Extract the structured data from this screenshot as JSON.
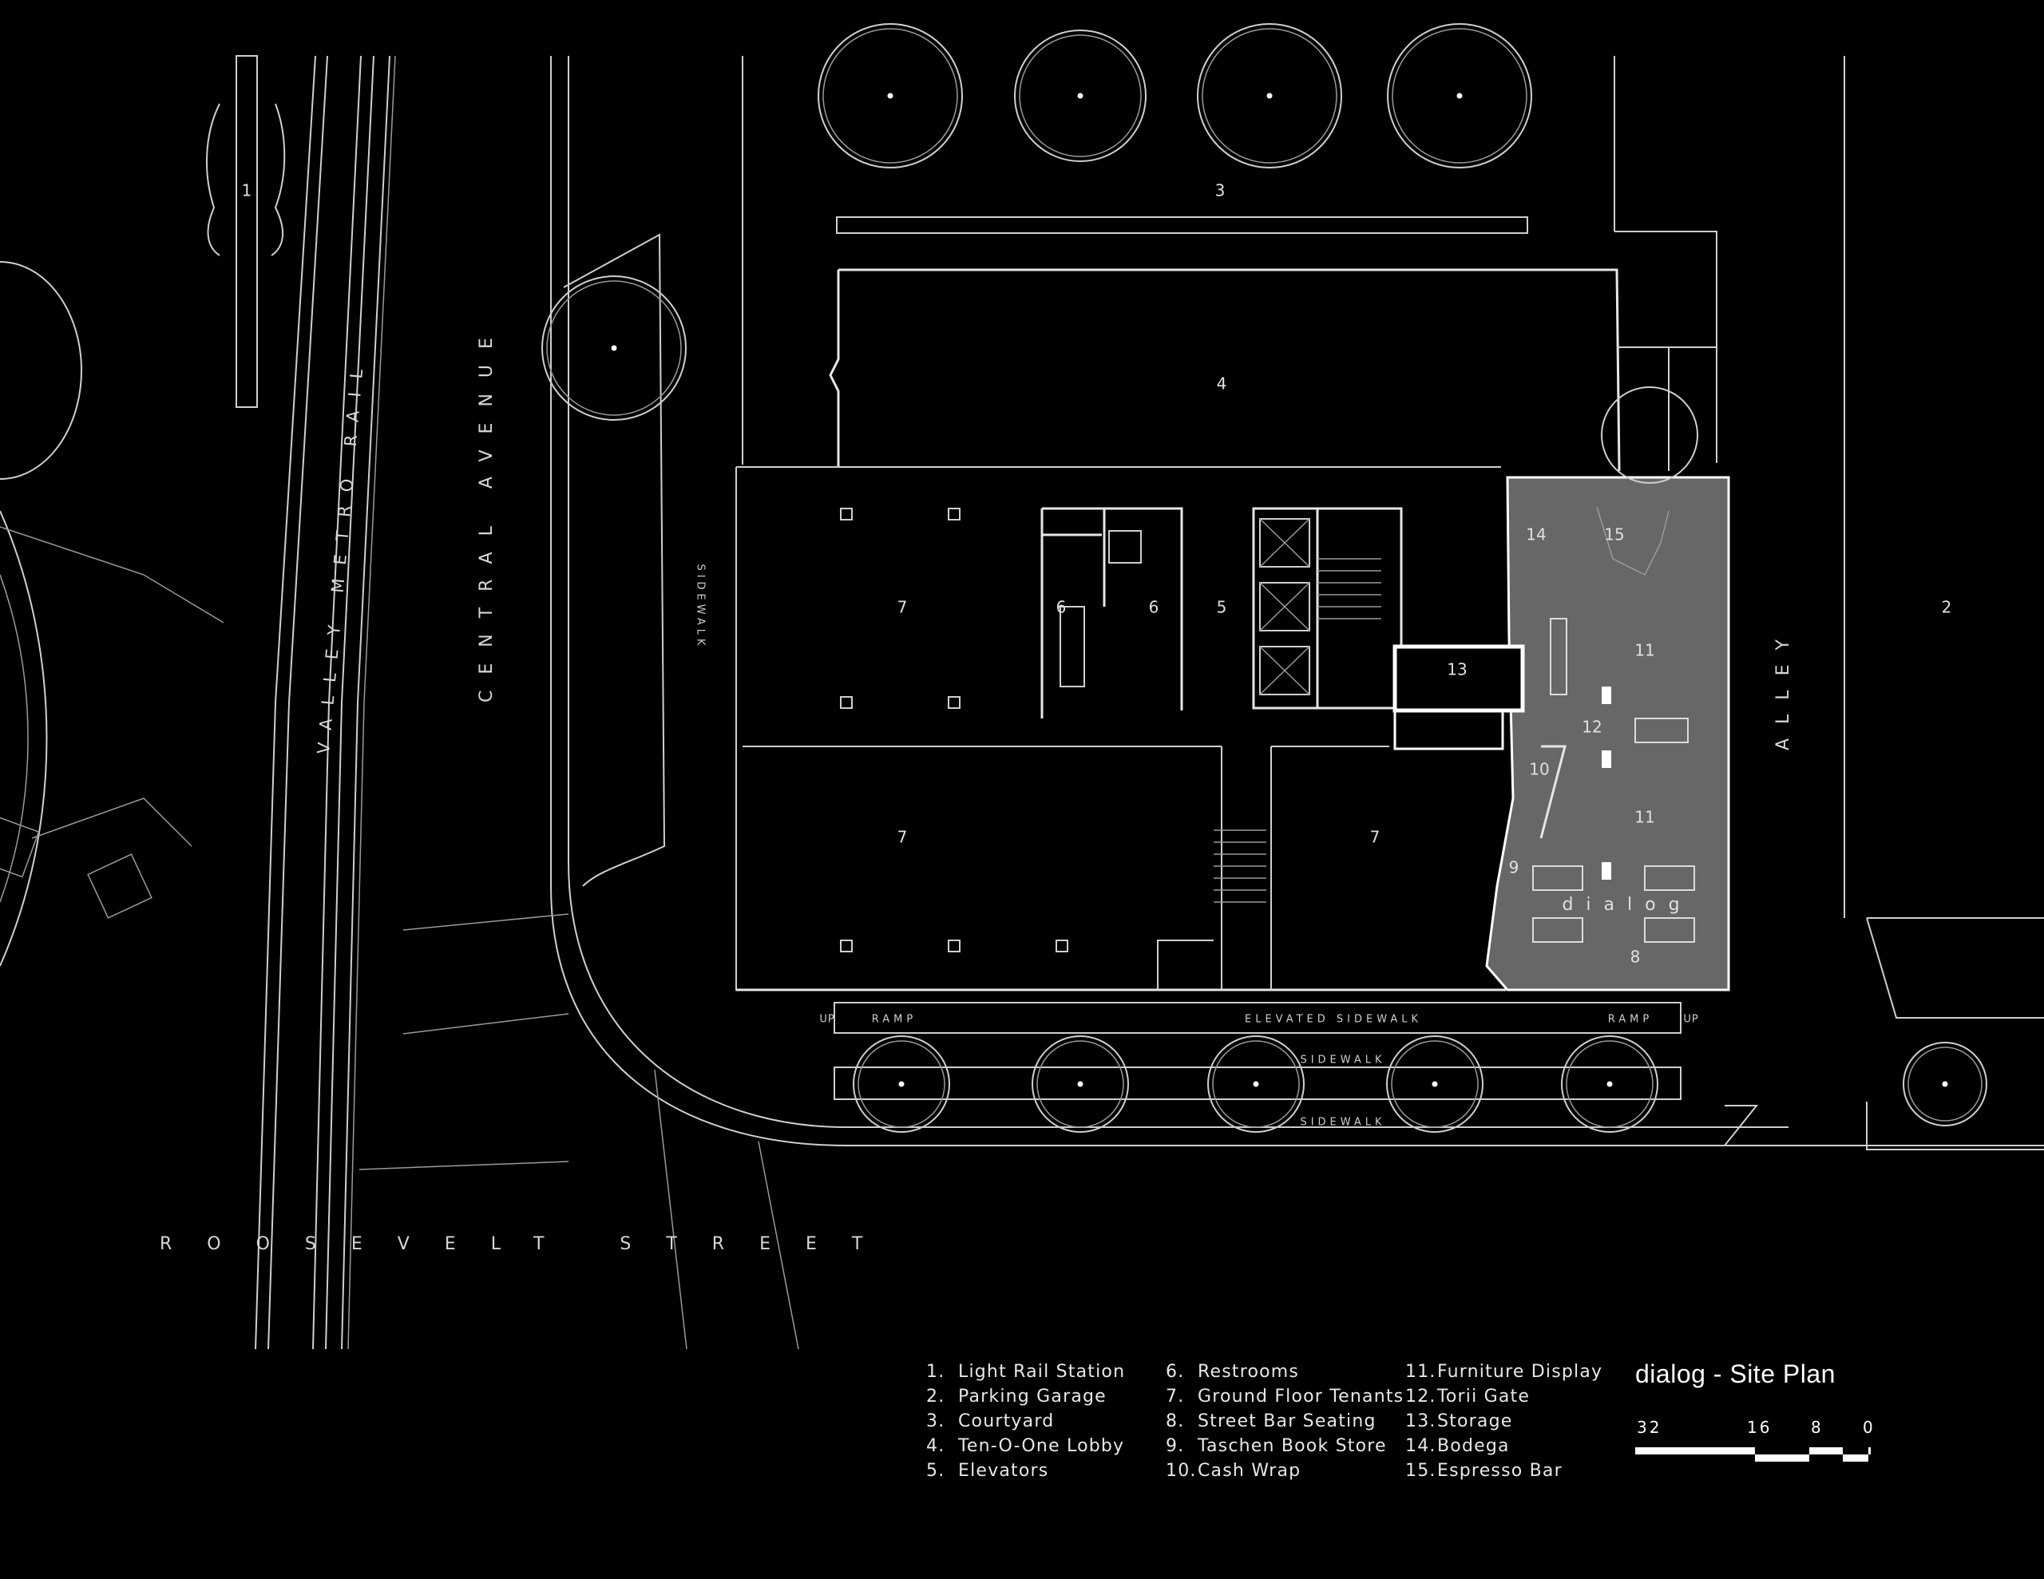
{
  "title": "dialog - Site Plan",
  "streets": {
    "roosevelt": "ROOSEVELT STREET",
    "central": "CENTRAL AVENUE",
    "rail": "VALLEY METRO RAIL",
    "alley": "ALLEY"
  },
  "annotations": {
    "sidewalk": "SIDEWALK",
    "elevated_sidewalk": "ELEVATED SIDEWALK",
    "ramp": "RAMP",
    "up": "UP",
    "store_name": "dialog"
  },
  "plan_labels": {
    "l1": "1",
    "l2": "2",
    "l3": "3",
    "l4": "4",
    "l5": "5",
    "l6": "6",
    "l7": "7",
    "l8": "8",
    "l9": "9",
    "l10": "10",
    "l11": "11",
    "l12": "12",
    "l13": "13",
    "l14": "14",
    "l15": "15"
  },
  "legend": {
    "col1": [
      {
        "num": "1.",
        "label": "Light Rail Station"
      },
      {
        "num": "2.",
        "label": "Parking Garage"
      },
      {
        "num": "3.",
        "label": "Courtyard"
      },
      {
        "num": "4.",
        "label": "Ten-O-One Lobby"
      },
      {
        "num": "5.",
        "label": "Elevators"
      }
    ],
    "col2": [
      {
        "num": "6.",
        "label": "Restrooms"
      },
      {
        "num": "7.",
        "label": "Ground Floor Tenants"
      },
      {
        "num": "8.",
        "label": "Street Bar Seating"
      },
      {
        "num": "9.",
        "label": "Taschen Book Store"
      },
      {
        "num": "10.",
        "label": "Cash Wrap"
      }
    ],
    "col3": [
      {
        "num": "11.",
        "label": "Furniture Display"
      },
      {
        "num": "12.",
        "label": "Torii Gate"
      },
      {
        "num": "13.",
        "label": "Storage"
      },
      {
        "num": "14.",
        "label": "Bodega"
      },
      {
        "num": "15.",
        "label": "Espresso Bar"
      }
    ]
  },
  "scale_bar": {
    "labels": [
      "32",
      "16",
      "8",
      "0"
    ]
  },
  "colors": {
    "background": "#000000",
    "linework": "#cfcfcf",
    "store_fill": "#676767"
  }
}
